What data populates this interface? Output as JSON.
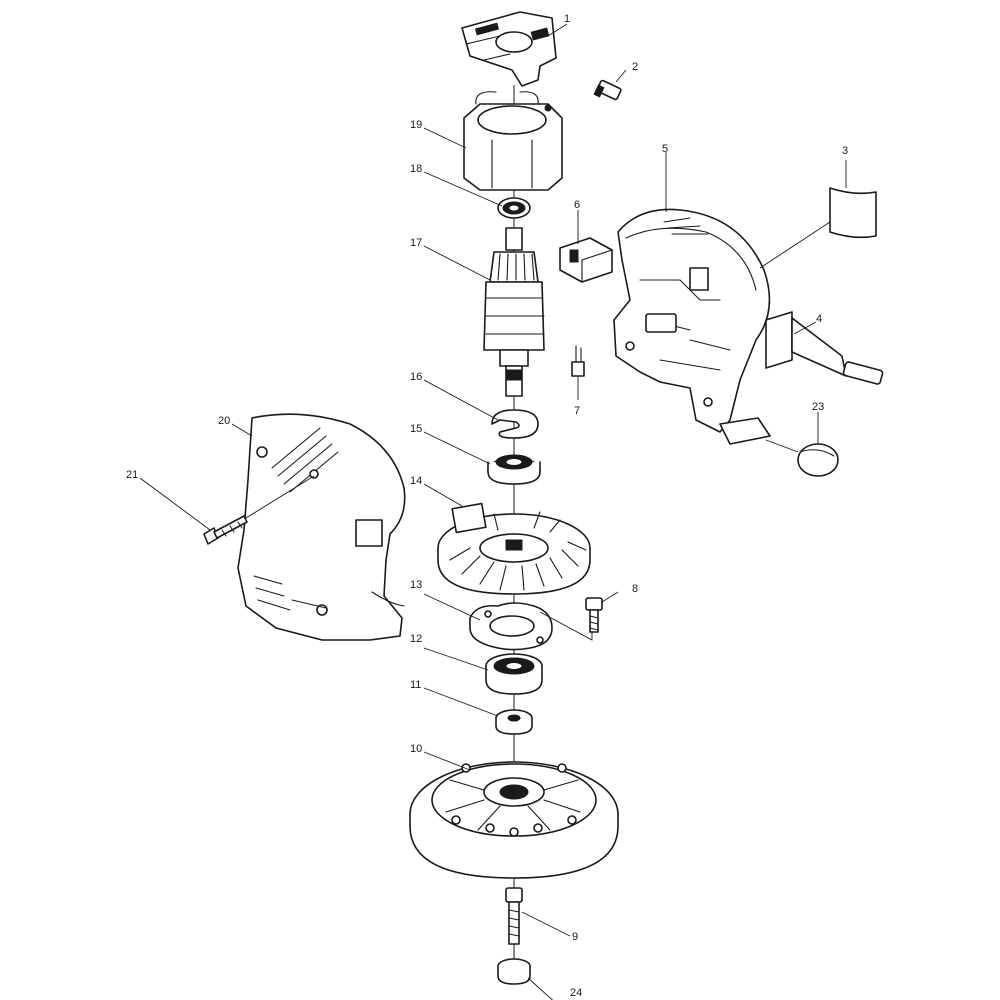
{
  "callouts": [
    {
      "id": "1",
      "label": "1"
    },
    {
      "id": "2",
      "label": "2"
    },
    {
      "id": "3",
      "label": "3"
    },
    {
      "id": "4",
      "label": "4"
    },
    {
      "id": "5",
      "label": "5"
    },
    {
      "id": "6",
      "label": "6"
    },
    {
      "id": "7",
      "label": "7"
    },
    {
      "id": "8",
      "label": "8"
    },
    {
      "id": "9",
      "label": "9"
    },
    {
      "id": "10",
      "label": "10"
    },
    {
      "id": "11",
      "label": "11"
    },
    {
      "id": "12",
      "label": "12"
    },
    {
      "id": "13",
      "label": "13"
    },
    {
      "id": "14",
      "label": "14"
    },
    {
      "id": "15",
      "label": "15"
    },
    {
      "id": "16",
      "label": "16"
    },
    {
      "id": "17",
      "label": "17"
    },
    {
      "id": "18",
      "label": "18"
    },
    {
      "id": "19",
      "label": "19"
    },
    {
      "id": "20",
      "label": "20"
    },
    {
      "id": "21",
      "label": "21"
    },
    {
      "id": "23",
      "label": "23"
    },
    {
      "id": "24",
      "label": "24"
    }
  ],
  "colors": {
    "ink": "#1a1a1a",
    "paper": "#ffffff"
  }
}
